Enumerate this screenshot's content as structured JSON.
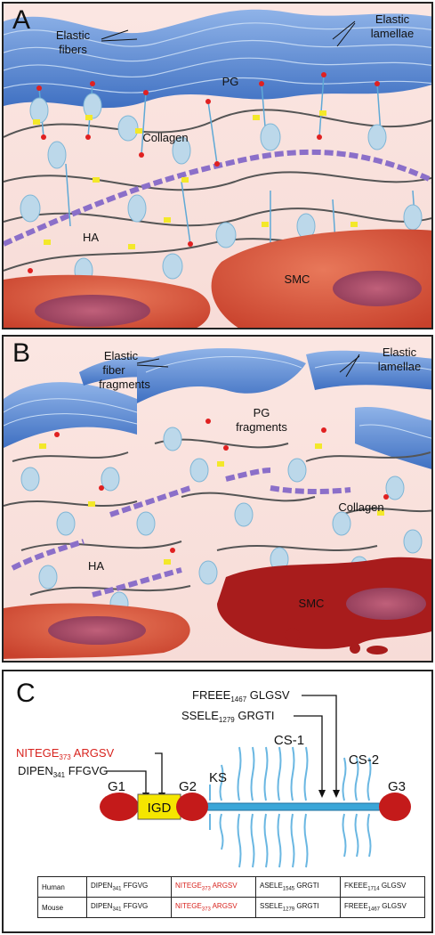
{
  "panelA": {
    "letter": "A",
    "labels": {
      "elastic_fibers_1": "Elastic",
      "elastic_fibers_2": "fibers",
      "elastic_lamellae_1": "Elastic",
      "elastic_lamellae_2": "lamellae",
      "pg": "PG",
      "collagen": "Collagen",
      "ha": "HA",
      "smc": "SMC"
    }
  },
  "panelB": {
    "letter": "B",
    "labels": {
      "elastic_fiber_fragments_1": "Elastic",
      "elastic_fiber_fragments_2": "fiber",
      "elastic_fiber_fragments_3": "fragments",
      "elastic_lamellae_1": "Elastic",
      "elastic_lamellae_2": "lamellae",
      "pg_fragments_1": "PG",
      "pg_fragments_2": "fragments",
      "collagen": "Collagen",
      "ha": "HA",
      "smc": "SMC"
    }
  },
  "panelC": {
    "letter": "C",
    "cleavage_sites": {
      "s1": {
        "pre": "FREEE",
        "sub": "1467",
        "post": " GLGSV"
      },
      "s2": {
        "pre": "SSELE",
        "sub": "1279",
        "post": " GRGTI"
      },
      "s3": {
        "pre": "NITEGE",
        "sub": "373",
        "post": " ARGSV"
      },
      "s4": {
        "pre": "DIPEN",
        "sub": "341",
        "post": " FFGVG"
      }
    },
    "domains": {
      "g1": "G1",
      "igd": "IGD",
      "g2": "G2",
      "ks": "KS",
      "cs1": "CS-1",
      "cs2": "CS-2",
      "g3": "G3"
    },
    "colors": {
      "red_text": "#d8231e",
      "globule": "#c41a1a",
      "igd": "#f5e600",
      "core": "#3aa6d8"
    },
    "table": {
      "rows": [
        {
          "species": "Human",
          "c1": {
            "pre": "DIPEN",
            "sub": "341",
            "post": " FFGVG"
          },
          "c2": {
            "pre": "NITEGE",
            "sub": "373",
            "post": " ARGSV"
          },
          "c3": {
            "pre": "ASELE",
            "sub": "1545",
            "post": " GRGTI"
          },
          "c4": {
            "pre": "FKEEE",
            "sub": "1714",
            "post": " GLGSV"
          }
        },
        {
          "species": "Mouse",
          "c1": {
            "pre": "DIPEN",
            "sub": "341",
            "post": " FFGVG"
          },
          "c2": {
            "pre": "NITEGE",
            "sub": "373",
            "post": " ARGSV"
          },
          "c3": {
            "pre": "SSELE",
            "sub": "1279",
            "post": " GRGTI"
          },
          "c4": {
            "pre": "FREEE",
            "sub": "1467",
            "post": " GLGSV"
          }
        }
      ]
    }
  }
}
